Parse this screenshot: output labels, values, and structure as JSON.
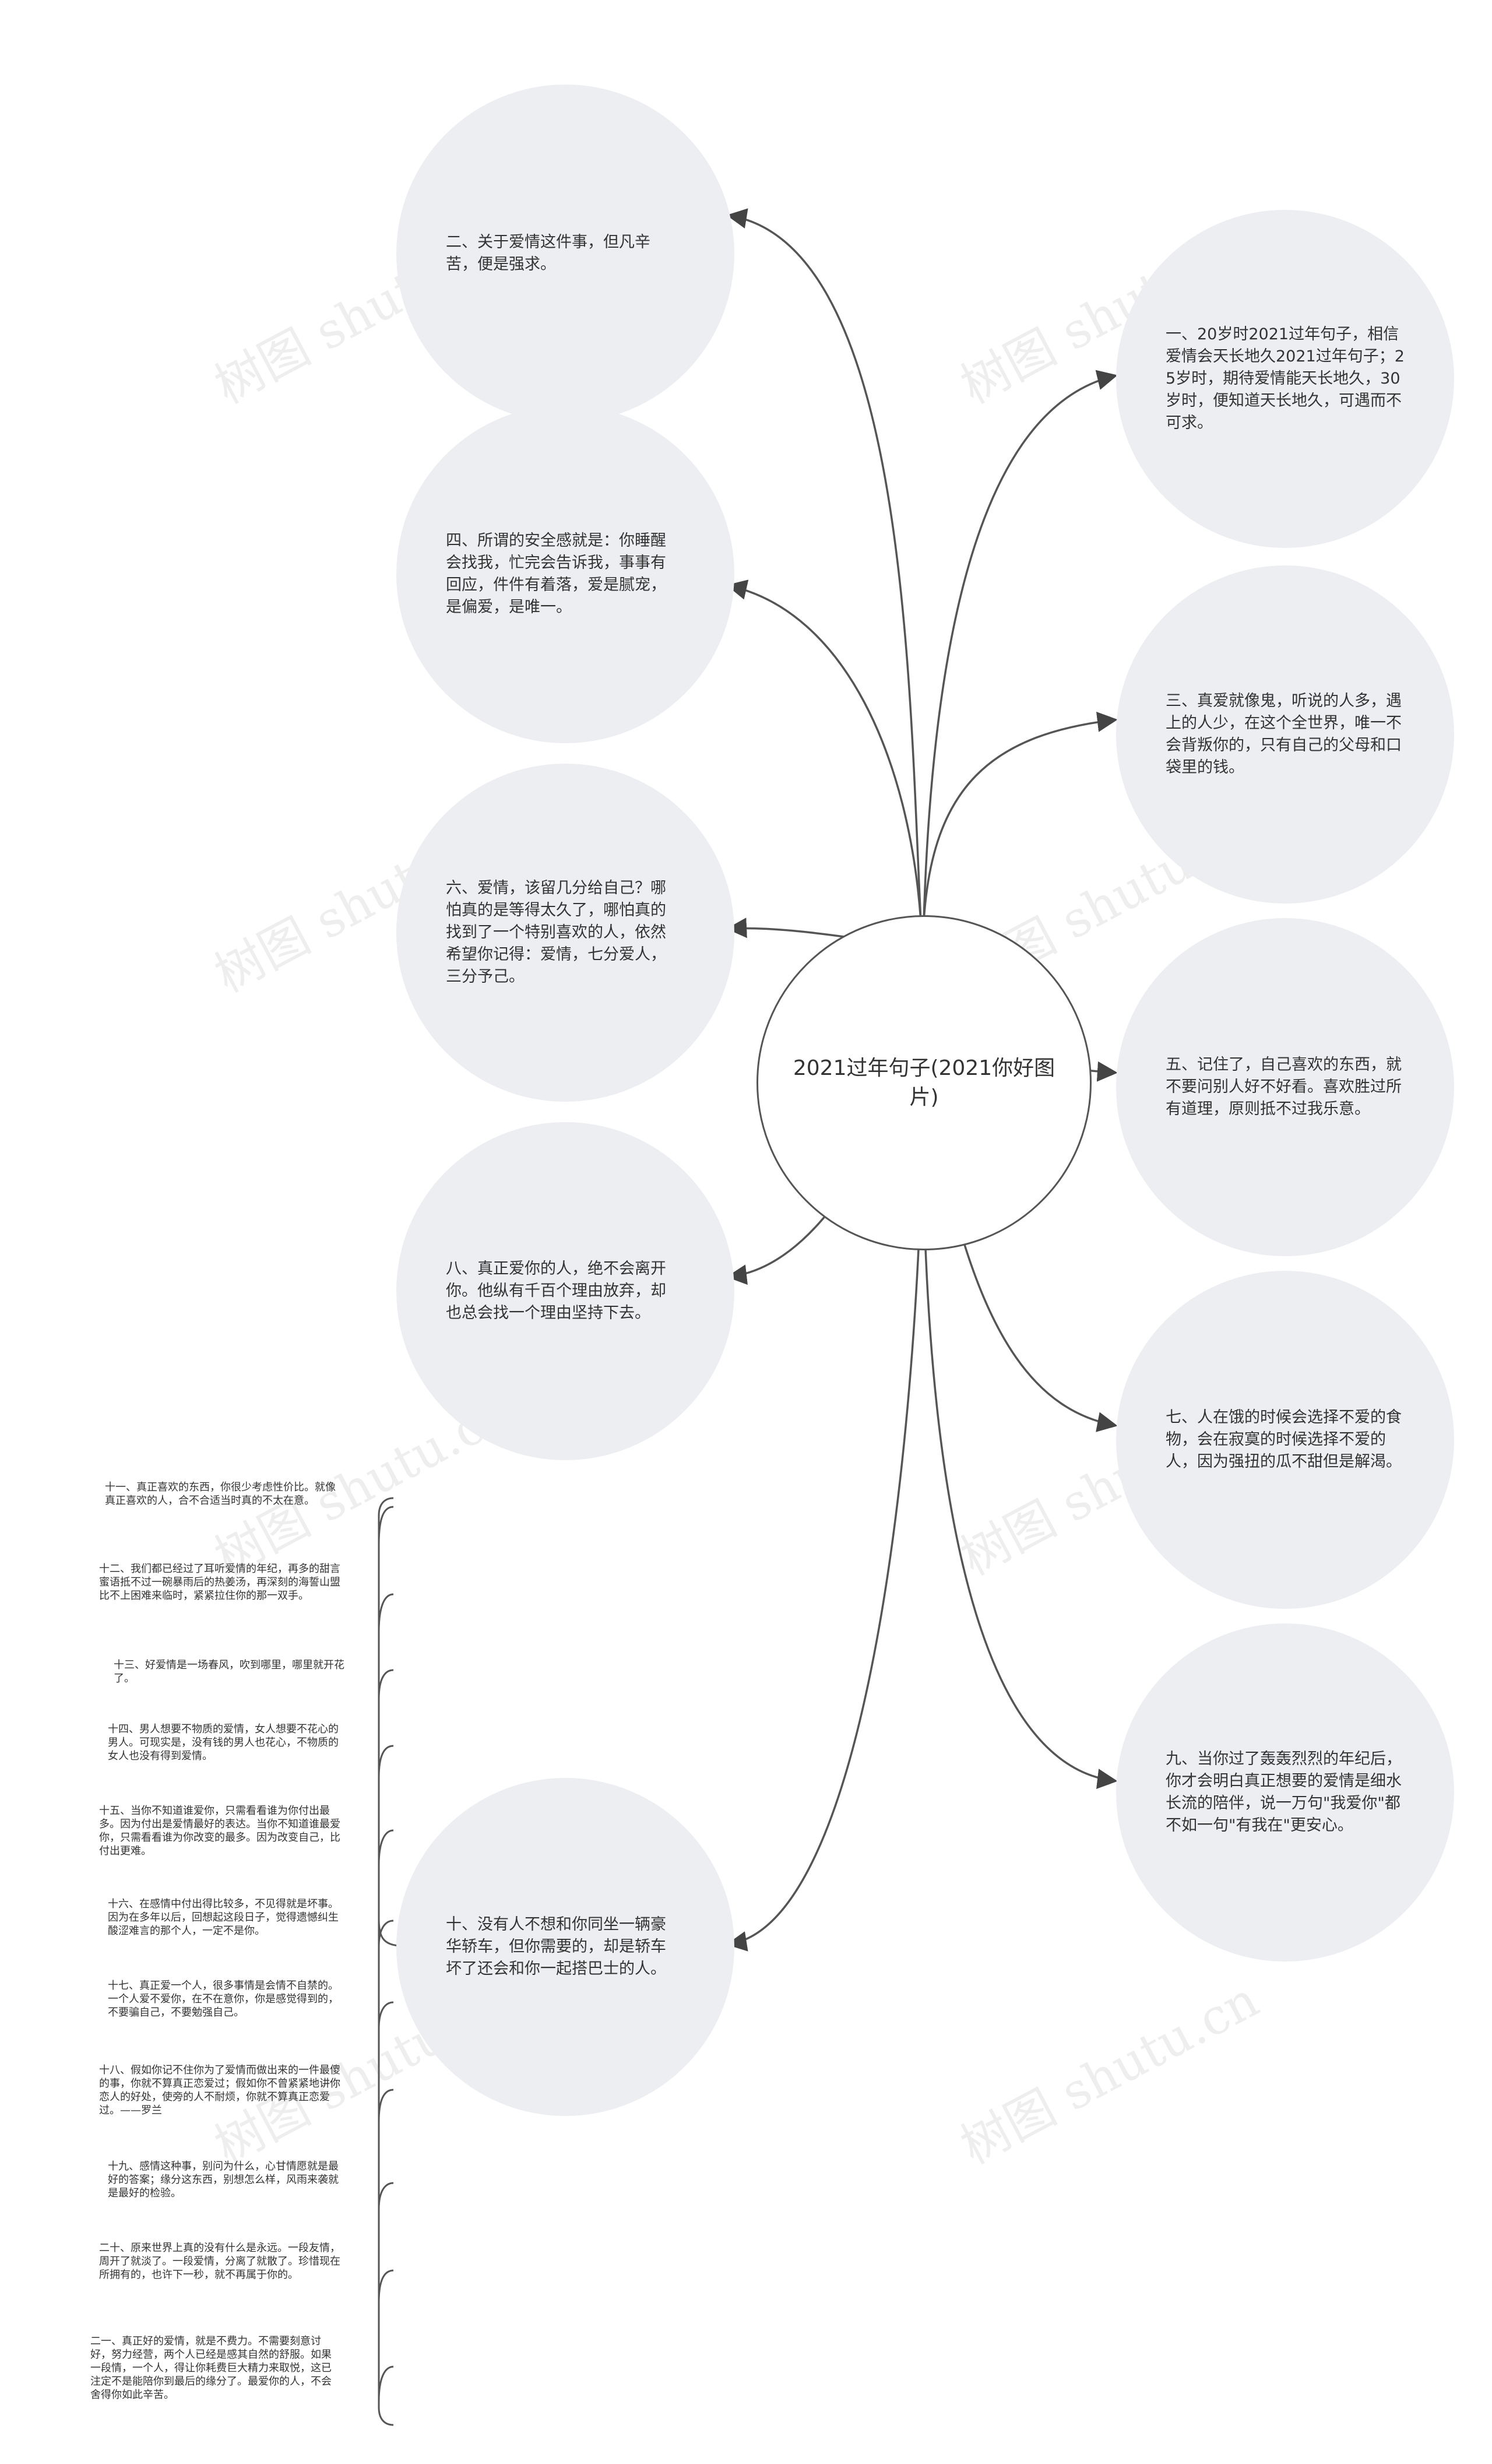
{
  "center": {
    "title": "2021过年句子(2021你好图片)"
  },
  "branches": {
    "b2": "二、关于爱情这件事，但凡辛苦，便是强求。",
    "b4": "四、所谓的安全感就是：你睡醒会找我，忙完会告诉我，事事有回应，件件有着落，爱是腻宠，是偏爱，是唯一。",
    "b6": "六、爱情，该留几分给自己？哪怕真的是等得太久了，哪怕真的找到了一个特别喜欢的人，依然希望你记得：爱情，七分爱人，三分予己。",
    "b8": "八、真正爱你的人，绝不会离开你。他纵有千百个理由放弃，却也总会找一个理由坚持下去。",
    "b10": "十、没有人不想和你同坐一辆豪华轿车，但你需要的，却是轿车坏了还会和你一起搭巴士的人。",
    "b1": "一、20岁时2021过年句子，相信爱情会天长地久2021过年句子；25岁时，期待爱情能天长地久，30岁时，便知道天长地久，可遇而不可求。",
    "b3": "三、真爱就像鬼，听说的人多，遇上的人少，在这个全世界，唯一不会背叛你的，只有自己的父母和口袋里的钱。",
    "b5": "五、记住了，自己喜欢的东西，就不要问别人好不好看。喜欢胜过所有道理，原则抵不过我乐意。",
    "b7": "七、人在饿的时候会选择不爱的食物，会在寂寞的时候选择不爱的人，因为强扭的瓜不甜但是解渴。",
    "b9": "九、当你过了轰轰烈烈的年纪后，你才会明白真正想要的爱情是细水长流的陪伴，说一万句\"我爱你\"都不如一句\"有我在\"更安心。"
  },
  "leaves": [
    "十一、真正喜欢的东西，你很少考虑性价比。就像真正喜欢的人，合不合适当时真的不太在意。",
    "十二、我们都已经过了耳听爱情的年纪，再多的甜言蜜语抵不过一碗暴雨后的热姜汤，再深刻的海誓山盟比不上困难来临时，紧紧拉住你的那一双手。",
    "十三、好爱情是一场春风，吹到哪里，哪里就开花了。",
    "十四、男人想要不物质的爱情，女人想要不花心的男人。可现实是，没有钱的男人也花心，不物质的女人也没有得到爱情。",
    "十五、当你不知道谁爱你，只需看看谁为你付出最多。因为付出是爱情最好的表达。当你不知道谁最爱你，只需看看谁为你改变的最多。因为改变自己，比付出更难。",
    "十六、在感情中付出得比较多，不见得就是坏事。因为在多年以后，回想起这段日子，觉得遗憾纠生酸涩难言的那个人，一定不是你。",
    "十七、真正爱一个人，很多事情是会情不自禁的。一个人爱不爱你，在不在意你，你是感觉得到的，不要骗自己，不要勉强自己。",
    "十八、假如你记不住你为了爱情而做出来的一件最傻的事，你就不算真正恋爱过；假如你不曾紧紧地讲你恋人的好处，使旁的人不耐烦，你就不算真正恋爱过。——罗兰",
    "十九、感情这种事，别问为什么，心甘情愿就是最好的答案；缘分这东西，别想怎么样，风雨来袭就是最好的检验。",
    "二十、原来世界上真的没有什么是永远。一段友情，周开了就淡了。一段爱情，分离了就散了。珍惜现在所拥有的，也许下一秒，就不再属于你的。",
    "二一、真正好的爱情，就是不费力。不需要刻意讨好，努力经营，两个人已经是感其自然的舒服。如果一段情，一个人，得让你耗费巨大精力来取悦，这已注定不是能陪你到最后的缘分了。最爱你的人，不会舍得你如此辛苦。"
  ],
  "watermark": "树图 shutu.cn",
  "colors": {
    "bubble": "#eceef1",
    "line": "#555555",
    "text": "#333333"
  }
}
